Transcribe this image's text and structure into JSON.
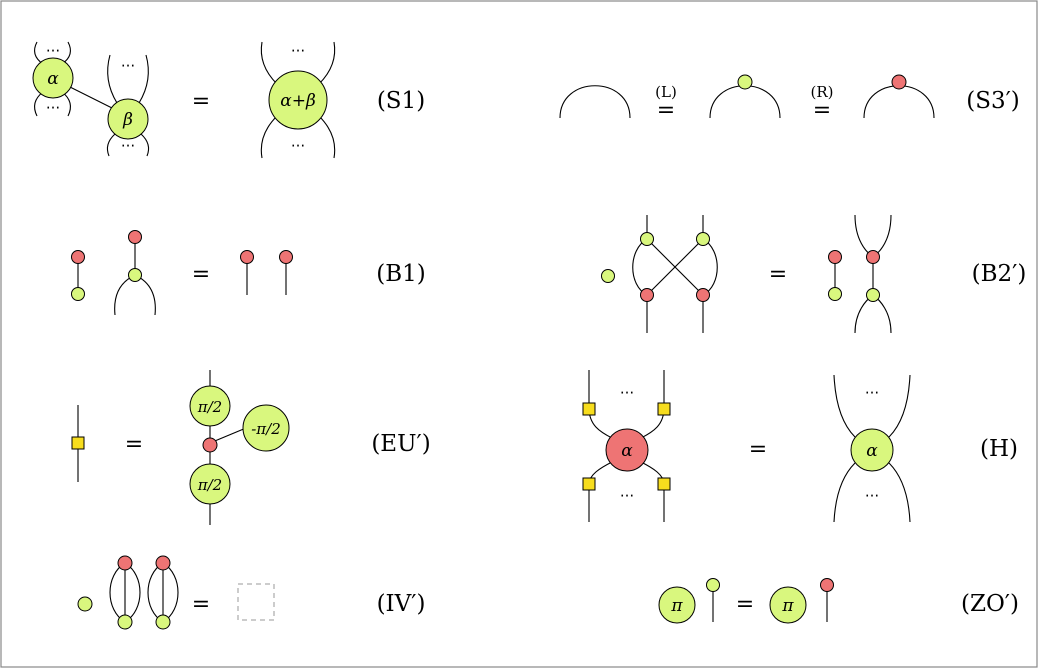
{
  "rules": [
    {
      "id": "S1",
      "label": "(S1)",
      "lhs_phases": [
        "α",
        "β"
      ],
      "rhs_phase": "α+β"
    },
    {
      "id": "S3",
      "label": "(S3′)",
      "relations": [
        "(L)",
        "(R)"
      ]
    },
    {
      "id": "B1",
      "label": "(B1)"
    },
    {
      "id": "B2",
      "label": "(B2′)"
    },
    {
      "id": "EU",
      "label": "(EU′)",
      "phases": [
        "π/2",
        "-π/2",
        "π/2"
      ]
    },
    {
      "id": "H",
      "label": "(H)",
      "lhs_phase": "α",
      "rhs_phase": "α"
    },
    {
      "id": "IV",
      "label": "(IV′)"
    },
    {
      "id": "ZO",
      "label": "(ZO′)",
      "phases": [
        "π",
        "π"
      ]
    }
  ],
  "symbols": {
    "equals": "=",
    "ellipsis": "···",
    "pi": "π",
    "pi_half": "π/2"
  },
  "colors": {
    "green_spider": "#d9f77e",
    "red_spider": "#ee7474",
    "hadamard": "#f7dd1e",
    "border": "#888888"
  }
}
